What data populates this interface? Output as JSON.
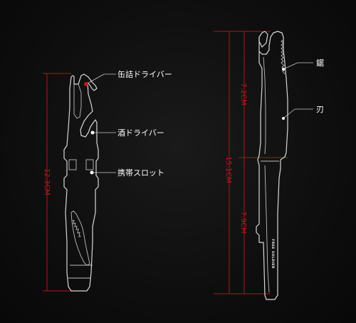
{
  "left_tool": {
    "labels": {
      "can_opener": "缶詰ドライバー",
      "bottle_opener": "酒ドライバー",
      "carry_slot": "携帯スロット"
    },
    "dimension": "12.3CM"
  },
  "right_tool": {
    "labels": {
      "saw": "鋸",
      "blade": "刃"
    },
    "dimensions": {
      "total": "15.1CM",
      "upper": "7.2CM",
      "lower": "7.9CM"
    },
    "brand_text": "FREE SOLDIER"
  },
  "colors": {
    "background": "#0d0d0d",
    "dimension_red": "#c4161c",
    "outline": "#d8d8d8",
    "label": "#ffffff"
  }
}
